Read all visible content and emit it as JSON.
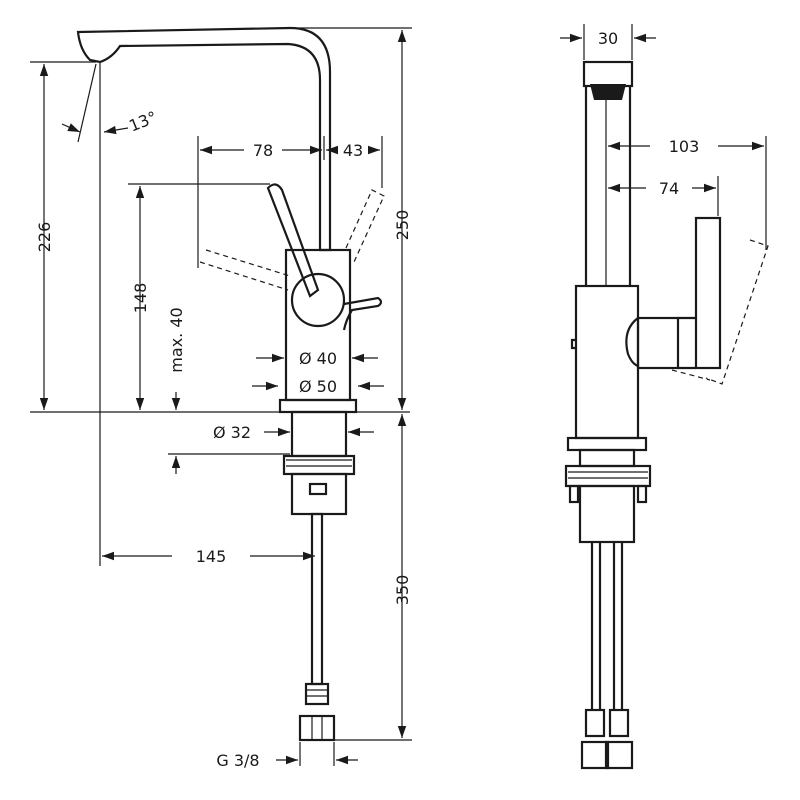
{
  "labels": {
    "spout_angle": "13°",
    "projection_left": "78",
    "projection_right": "43",
    "height_226": "226",
    "height_148": "148",
    "max_40": "max. 40",
    "height_250": "250",
    "dia_40": "Ø 40",
    "dia_50": "Ø 50",
    "dia_32": "Ø 32",
    "width_145": "145",
    "length_350": "350",
    "thread": "G 3/8",
    "side_width_30": "30",
    "side_103": "103",
    "side_74": "74"
  }
}
